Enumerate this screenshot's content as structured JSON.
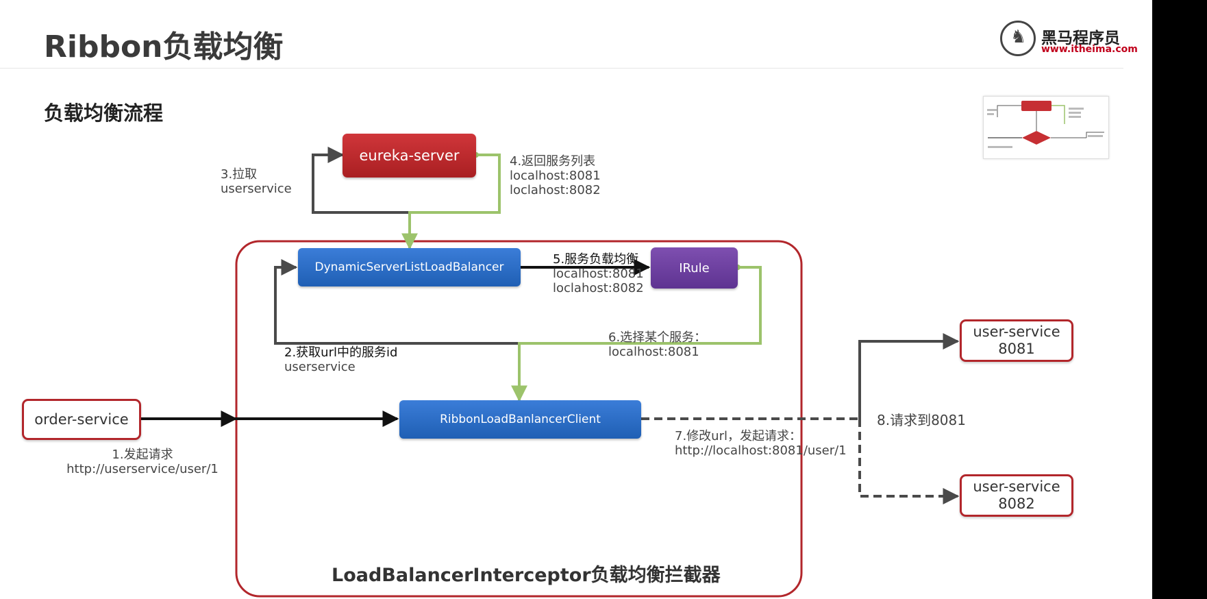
{
  "header": {
    "title": "Ribbon负载均衡",
    "subtitle": "负载均衡流程",
    "logo_text": "黑马程序员",
    "logo_url": "www.itheima.com"
  },
  "nodes": {
    "eureka_server": "eureka-server",
    "dynamic_lb": "DynamicServerListLoadBalancer",
    "irule": "IRule",
    "ribbon_client": "RibbonLoadBanlancerClient",
    "order_service": "order-service",
    "user_service_1": {
      "line1": "user-service",
      "line2": "8081"
    },
    "user_service_2": {
      "line1": "user-service",
      "line2": "8082"
    }
  },
  "interceptor_label": "LoadBalancerInterceptor负载均衡拦截器",
  "steps": {
    "step1": {
      "title": "1.发起请求",
      "detail": "http://userservice/user/1"
    },
    "step2": {
      "title": "2.获取url中的服务id",
      "detail": "userservice"
    },
    "step3": {
      "title": "3.拉取",
      "detail": "userservice"
    },
    "step4": {
      "title": "4.返回服务列表",
      "line1": "localhost:8081",
      "line2": "loclahost:8082"
    },
    "step5": {
      "title": "5.服务负载均衡",
      "line1": "localhost:8081",
      "line2": "loclahost:8082"
    },
    "step6": {
      "title": "6.选择某个服务：",
      "detail": "localhost:8081"
    },
    "step7": {
      "title": "7.修改url，发起请求：",
      "detail": "http://localhost:8081/user/1"
    },
    "step8": {
      "title": "8.请求到8081"
    }
  },
  "colors": {
    "flow_black": "#111111",
    "flow_gray": "#4a4a4a",
    "response_green": "#9cc36b",
    "frame_red": "#b2262b"
  }
}
